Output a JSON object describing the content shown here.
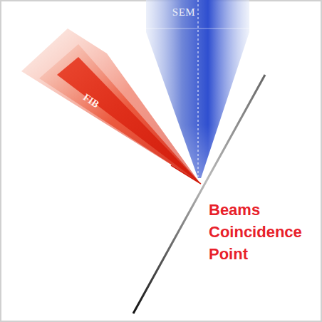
{
  "diagram": {
    "labels": [
      "SEM",
      "FIB",
      "Beams Coincidence Point"
    ]
  }
}
